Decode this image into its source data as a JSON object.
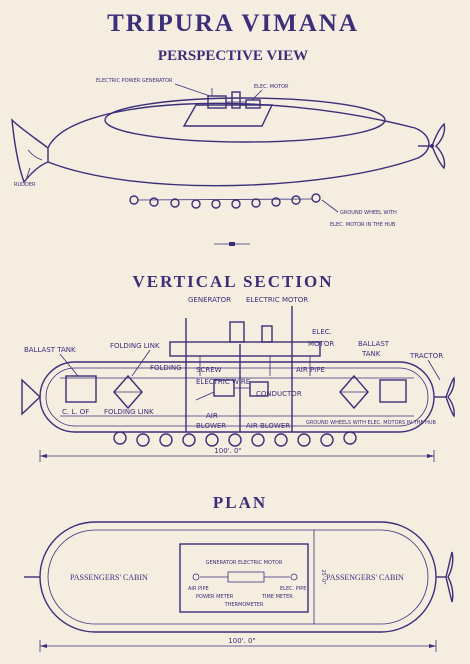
{
  "title": "TRIPURA VIMANA",
  "perspective": {
    "heading": "PERSPECTIVE VIEW",
    "label_power_generator": "ELECTRIC POWER GENERATOR",
    "label_elec_motor": "ELEC. MOTOR",
    "label_rudder": "RUDDER",
    "label_ground_wheel_1": "GROUND WHEEL WITH",
    "label_ground_wheel_2": "ELEC. MOTOR IN THE HUB"
  },
  "vertical_section": {
    "heading": "VERTICAL SECTION",
    "label_generator": "GENERATOR",
    "label_electric_motor": "ELECTRIC MOTOR",
    "label_ballast_left": "BALLAST TANK",
    "label_folding_link_top": "FOLDING LINK",
    "label_elec_motor_1": "ELEC.",
    "label_elec_motor_2": "MOTOR",
    "label_ballast_right_1": "BALLAST",
    "label_ballast_right_2": "TANK",
    "label_tractor": "TRACTOR",
    "label_folding": "FOLDING",
    "label_screw": "SCREW",
    "label_electric_wire": "ELECTRIC  WIRE",
    "label_air_pipe": "AIR PIPE",
    "label_conductor": "CONDUCTOR",
    "label_cl_of": "C. L. OF",
    "label_folding_link_bottom": "FOLDING LINK",
    "label_air_blower_1": "AIR",
    "label_air_blower_2": "BLOWER",
    "label_air_blower_right": "AIR BLOWER",
    "label_ground_wheels_note": "GROUND WHEELS WITH ELEC. MOTORS IN THE HUB",
    "dimension_length": "100'. 0\""
  },
  "plan": {
    "heading": "PLAN",
    "label_passengers_left": "PASSENGERS' CABIN",
    "label_passengers_right": "PASSENGERS' CABIN",
    "label_generator_motor": "GENERATOR  ELECTRIC MOTOR",
    "label_air_pipe": "AIR PIPE",
    "label_elec_pipe": "ELEC. PIPE",
    "label_power_meter": "POWER METER",
    "label_time_meter": "TIME METER",
    "label_thermometer": "THERMOMETER",
    "dimension_width": "25'-0\"",
    "dimension_length": "100'. 0\""
  }
}
